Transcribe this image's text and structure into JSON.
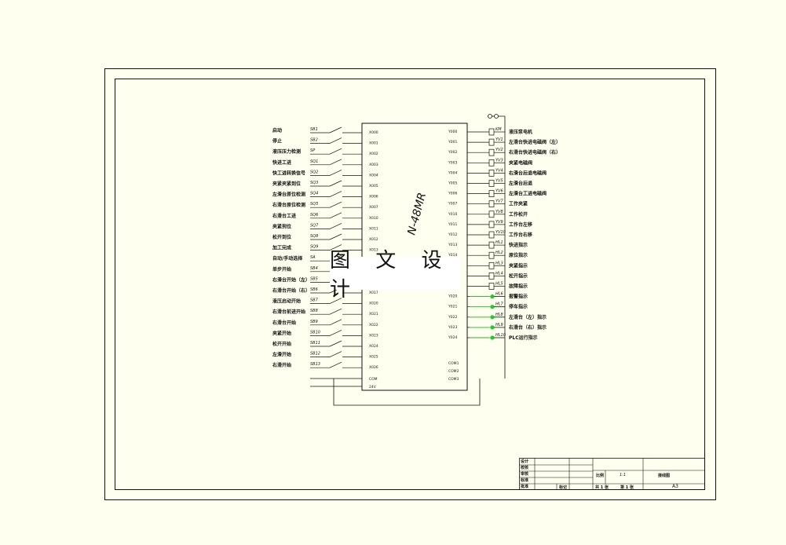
{
  "watermark": "图 文 设 计",
  "plc_model": "N-48MR",
  "inputs": [
    {
      "label": "启动",
      "tag": "SB1"
    },
    {
      "label": "停止",
      "tag": "SB2"
    },
    {
      "label": "液压压力检测",
      "tag": "SP"
    },
    {
      "label": "快进工进",
      "tag": "SQ1"
    },
    {
      "label": "快工进转换信号",
      "tag": "SQ2"
    },
    {
      "label": "夹紧夹紧到位",
      "tag": "SQ3"
    },
    {
      "label": "左滑台原位检测",
      "tag": "SQ4"
    },
    {
      "label": "右滑台原位检测",
      "tag": "SQ5"
    },
    {
      "label": "右滑台工进",
      "tag": "SQ6"
    },
    {
      "label": "夹紧到位",
      "tag": "SQ7"
    },
    {
      "label": "松开到位",
      "tag": "SQ8"
    },
    {
      "label": "加工完成",
      "tag": "SQ9"
    },
    {
      "label": "自动/手动选择",
      "tag": "SA"
    },
    {
      "label": "单步开始",
      "tag": "SB4"
    },
    {
      "label": "右滑台开始（左）",
      "tag": "SB5"
    },
    {
      "label": "右滑台开始（右）",
      "tag": "SB6"
    },
    {
      "label": "液压启动开始",
      "tag": "SB7"
    },
    {
      "label": "右滑台前进开始",
      "tag": "SB8"
    },
    {
      "label": "右滑台开始",
      "tag": "SB9"
    },
    {
      "label": "夹紧开始",
      "tag": "SB10"
    },
    {
      "label": "松开开始",
      "tag": "SB11"
    },
    {
      "label": "左滑开始",
      "tag": "SB12"
    },
    {
      "label": "右滑开始",
      "tag": "SB13"
    }
  ],
  "outputs": [
    {
      "label": "液压泵电机",
      "tag": "KM"
    },
    {
      "label": "左滑台快进电磁阀（左）",
      "tag": "YV1"
    },
    {
      "label": "右滑台快进电磁阀（右）",
      "tag": "YV2"
    },
    {
      "label": "夹紧电磁阀",
      "tag": "YV3"
    },
    {
      "label": "右滑台后退电磁阀",
      "tag": "YV4"
    },
    {
      "label": "左滑台后退",
      "tag": "YV5"
    },
    {
      "label": "左滑台工进电磁阀",
      "tag": "YV6"
    },
    {
      "label": "工作夹紧",
      "tag": "YV7"
    },
    {
      "label": "工作松开",
      "tag": "YV8"
    },
    {
      "label": "工作台左移",
      "tag": "YV9"
    },
    {
      "label": "工作台右移",
      "tag": "YV10"
    },
    {
      "label": "快进指示",
      "tag": "HL1"
    },
    {
      "label": "原位指示",
      "tag": "HL2"
    },
    {
      "label": "夹紧指示",
      "tag": "HL3"
    },
    {
      "label": "松开指示",
      "tag": "HL4"
    },
    {
      "label": "故障指示",
      "tag": "HL5"
    },
    {
      "label": "报警指示",
      "tag": "HL6"
    },
    {
      "label": "停车指示",
      "tag": "HL7"
    },
    {
      "label": "左滑台（左）指示",
      "tag": "HL8"
    },
    {
      "label": "右滑台（右）指示",
      "tag": "HL9"
    },
    {
      "label": "PLC运行指示",
      "tag": "HL10"
    }
  ],
  "plc_in_pins": [
    "X000",
    "X001",
    "X002",
    "X003",
    "X004",
    "X005",
    "X006",
    "X007",
    "X010",
    "X011",
    "X012",
    "X013",
    "X014",
    "X015",
    "X016",
    "X017",
    "X020",
    "X021",
    "X022",
    "X023",
    "X024",
    "X025",
    "X026",
    "COM",
    "24V"
  ],
  "plc_out_pins": [
    "Y000",
    "Y001",
    "Y002",
    "Y003",
    "Y004",
    "Y005",
    "Y006",
    "Y007",
    "Y010",
    "Y011",
    "Y012",
    "Y013",
    "Y014",
    "Y015",
    "Y016",
    "Y017",
    "Y020",
    "Y021",
    "Y022",
    "Y023",
    "Y024",
    "COM1",
    "COM2",
    "COM3"
  ],
  "title_block": {
    "rows": [
      "设计",
      "校核",
      "审核",
      "标准",
      "批准"
    ],
    "scale_label": "比例",
    "scale_value": "1:1",
    "mark": "标记",
    "sheets": "共 1 张",
    "sheet_no": "第 1 张",
    "drawing_title": "接线图",
    "format": "A3"
  },
  "colors": {
    "line": "#111111",
    "indicator": "#22cc22",
    "background": "#fffff0"
  }
}
